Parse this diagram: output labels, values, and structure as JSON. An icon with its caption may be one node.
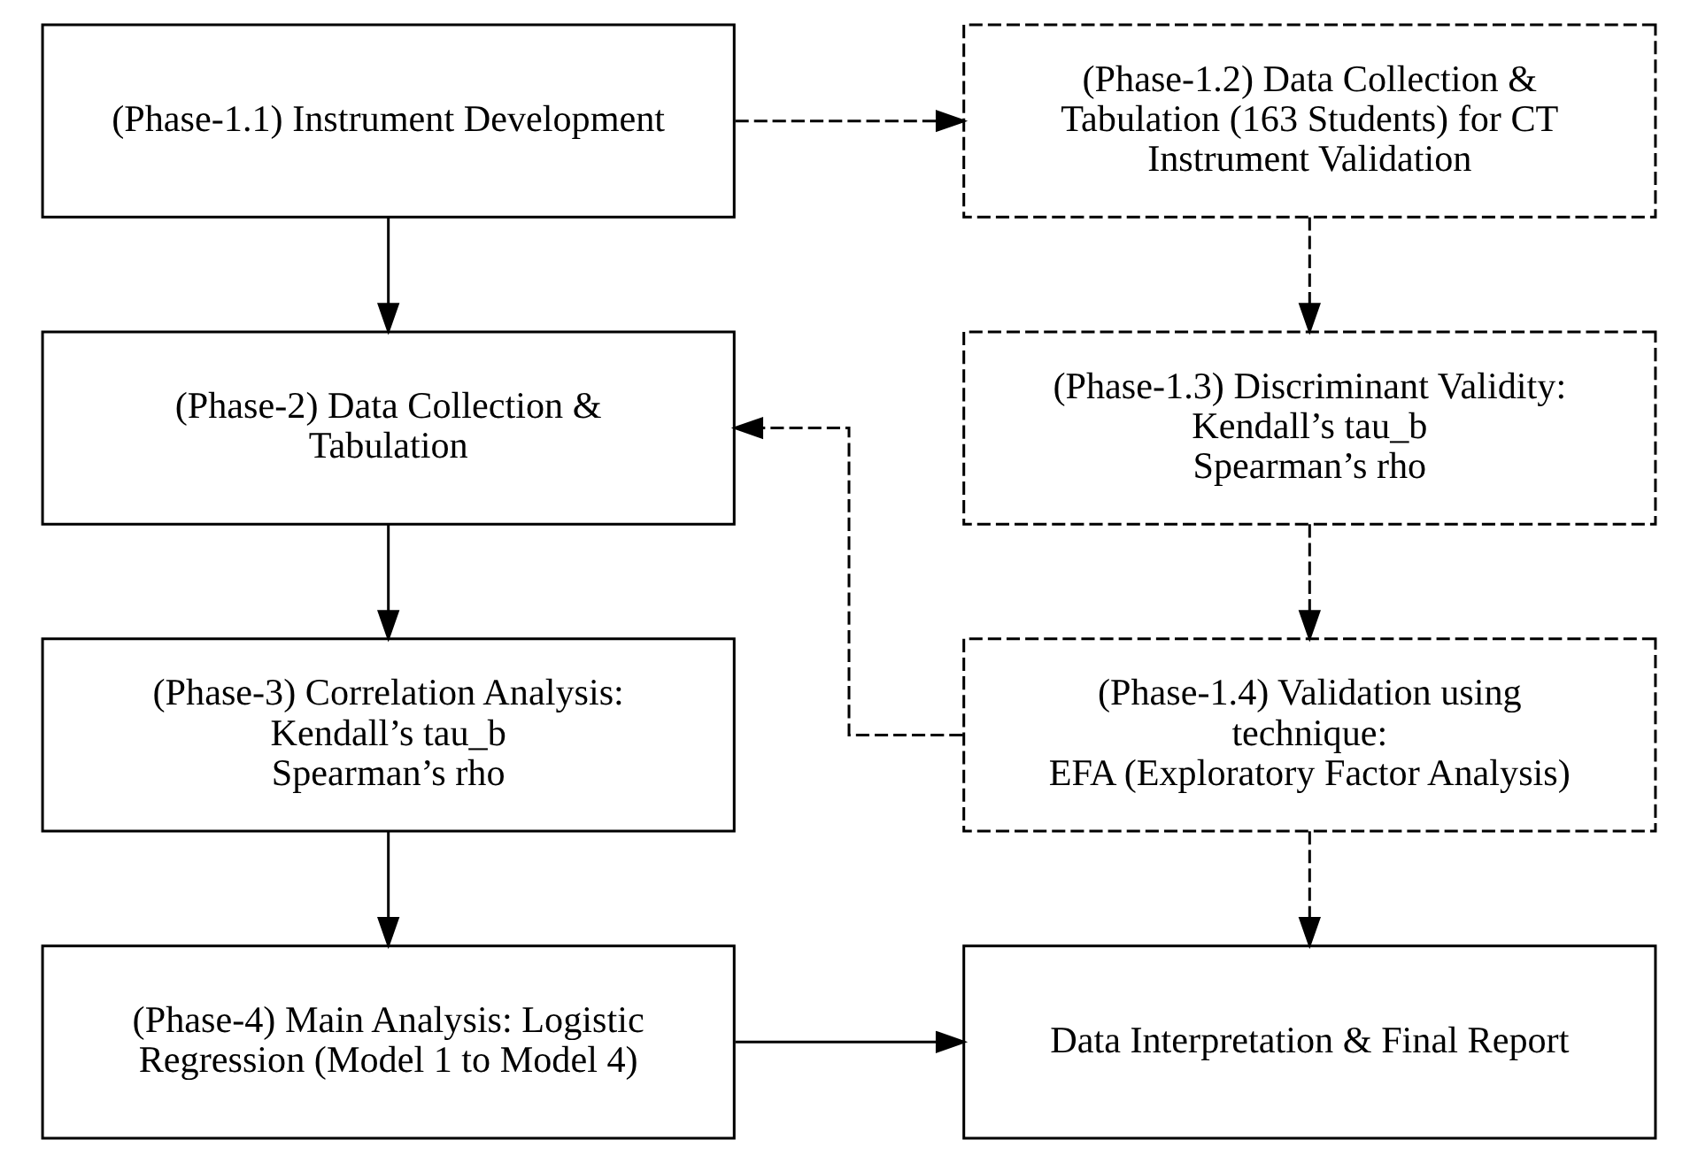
{
  "diagram": {
    "nodes": [
      {
        "text": [
          "(Phase-1.1) Instrument Development"
        ]
      },
      {
        "text": [
          "(Phase-1.2) Data Collection & Tabulation (163 Students) for CT Instrument Validation"
        ]
      },
      {
        "text": [
          "(Phase-2) Data Collection & Tabulation"
        ]
      },
      {
        "text": [
          "(Phase-1.3) Discriminant Validity:",
          "Kendall’s tau_b",
          "Spearman’s rho"
        ]
      },
      {
        "text": [
          "(Phase-3) Correlation Analysis:",
          "Kendall’s tau_b",
          "Spearman’s rho"
        ]
      },
      {
        "text": [
          "(Phase-1.4) Validation using technique:",
          "EFA (Exploratory Factor Analysis)"
        ]
      },
      {
        "text": [
          "(Phase-4) Main Analysis: Logistic Regression (Model 1 to Model 4)"
        ]
      },
      {
        "text": [
          "Data Interpretation & Final Report"
        ]
      }
    ],
    "edges": [
      {
        "from": 0,
        "to": 1,
        "arrow": "to",
        "style": "dashed"
      },
      {
        "from": 0,
        "to": 2,
        "arrow": "to"
      },
      {
        "from": 1,
        "to": 3,
        "arrow": "to",
        "style": "dashed"
      },
      {
        "from": 3,
        "to": 5,
        "arrow": "to",
        "style": "dashed"
      },
      {
        "from": 5,
        "to": 2,
        "arrow": "to",
        "style": "dashed"
      },
      {
        "from": 2,
        "to": 4,
        "arrow": "to"
      },
      {
        "from": 4,
        "to": 6,
        "arrow": "to"
      },
      {
        "from": 5,
        "to": 7,
        "arrow": "to",
        "style": "dashed"
      },
      {
        "from": 6,
        "to": 7,
        "arrow": "to"
      }
    ]
  }
}
